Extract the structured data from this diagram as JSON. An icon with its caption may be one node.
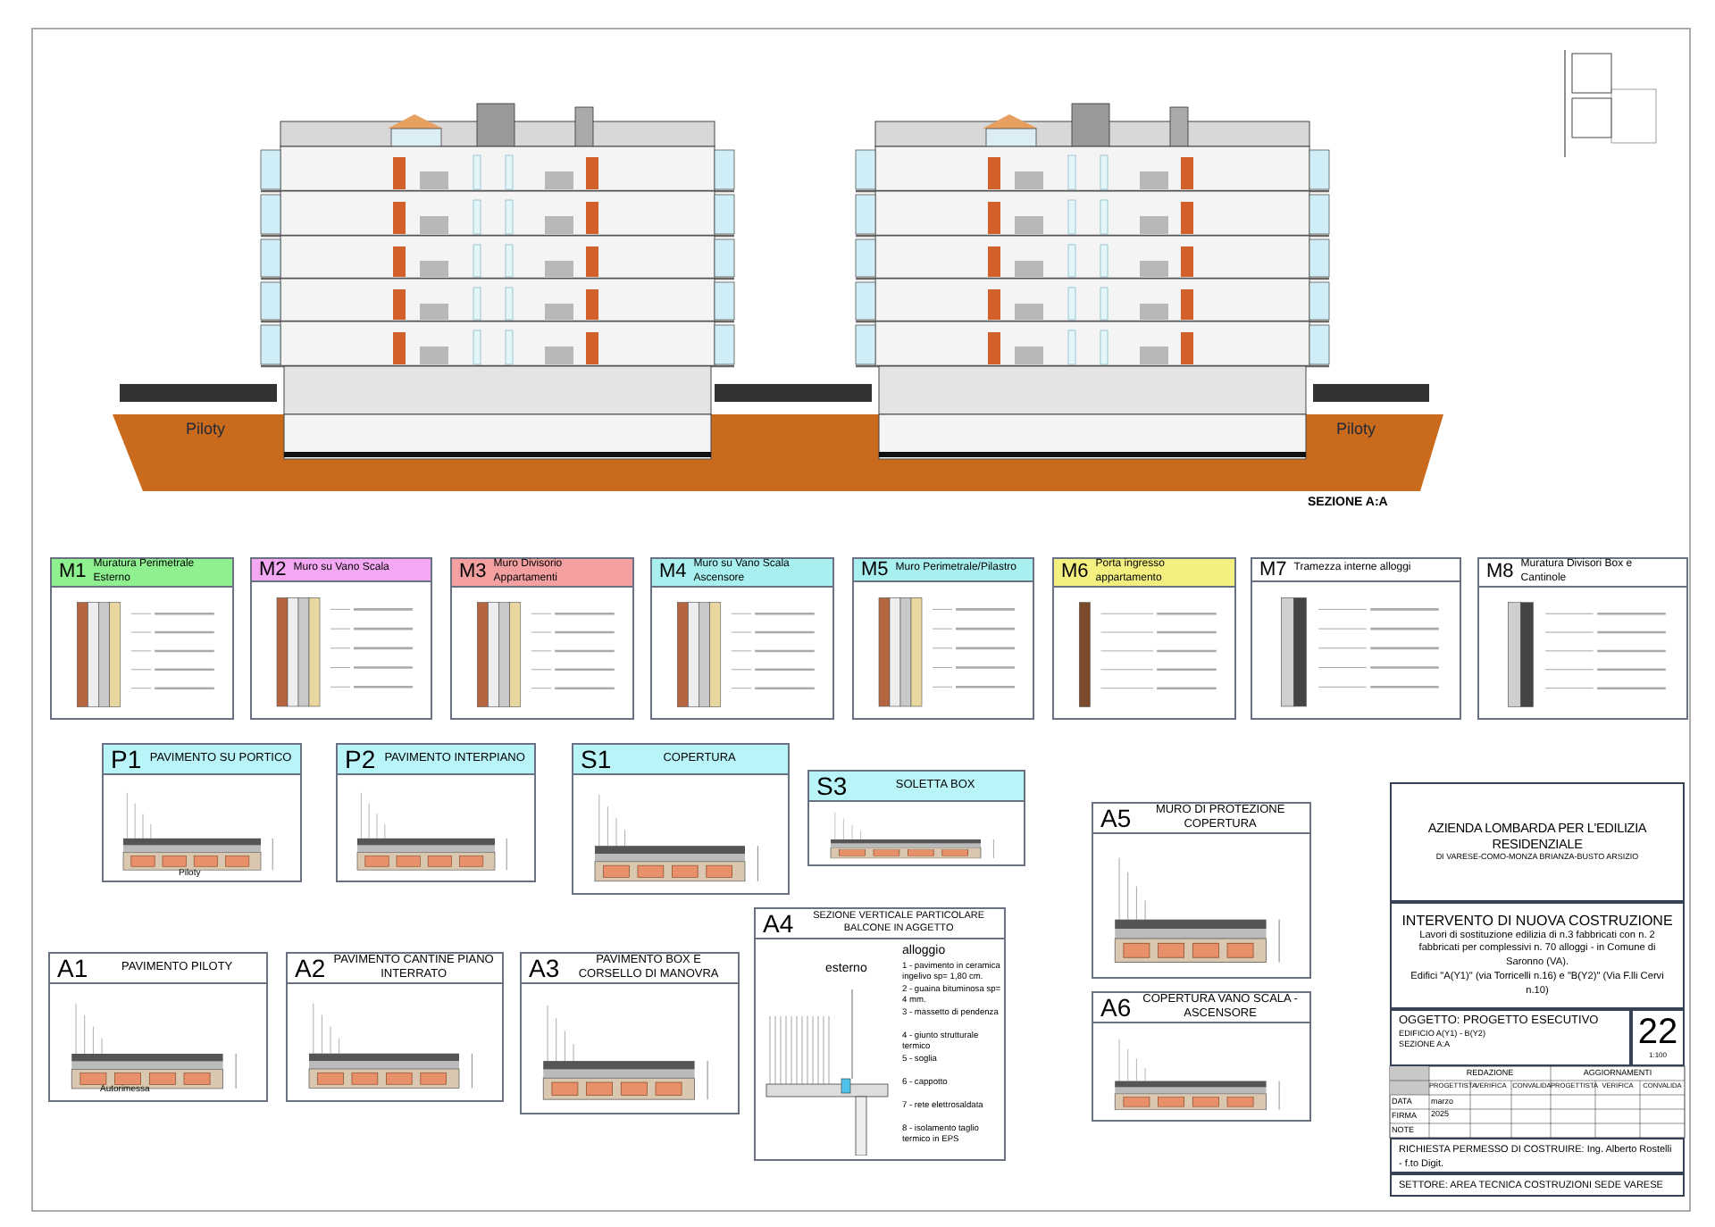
{
  "diagram": {
    "nodes": [
      {
        "text": [
          "M1",
          "Muratura Perimetrale Esterno"
        ]
      },
      {
        "text": [
          "M2",
          "Muro su Vano Scala"
        ]
      },
      {
        "text": [
          "M3",
          "Muro Divisorio Appartamenti"
        ]
      },
      {
        "text": [
          "M4",
          "Muro su Vano Scala Ascensore"
        ]
      },
      {
        "text": [
          "M5",
          "Muro Perimetrale/Pilastro"
        ]
      },
      {
        "text": [
          "M6",
          "Porta ingresso appartamento"
        ]
      },
      {
        "text": [
          "M7",
          "Tramezza interne alloggi"
        ]
      },
      {
        "text": [
          "M8",
          "Muratura Divisori Box e Cantinole"
        ]
      },
      {
        "text": [
          "P1",
          "PAVIMENTO SU PORTICO"
        ]
      },
      {
        "text": [
          "P2",
          "PAVIMENTO INTERPIANO"
        ]
      },
      {
        "text": [
          "S1",
          "COPERTURA"
        ]
      },
      {
        "text": [
          "S3",
          "SOLETTA BOX"
        ]
      },
      {
        "text": [
          "A1",
          "PAVIMENTO PILOTY"
        ]
      },
      {
        "text": [
          "A2",
          "PAVIMENTO CANTINE PIANO INTERRATO"
        ]
      },
      {
        "text": [
          "A3",
          "PAVIMENTO BOX E CORSELLO DI MANOVRA"
        ]
      },
      {
        "text": [
          "A4",
          "SEZIONE VERTICALE PARTICOLARE BALCONE IN AGGETTO"
        ]
      },
      {
        "text": [
          "A5",
          "MURO DI PROTEZIONE COPERTURA"
        ]
      },
      {
        "text": [
          "A6",
          "COPERTURA VANO SCALA - ASCENSORE"
        ]
      },
      {
        "text": [
          "AZIENDA LOMBARDA PER L'EDILIZIA RESIDENZIALE",
          "DI VARESE-COMO-MONZA BRIANZA-BUSTO ARSIZIO"
        ]
      },
      {
        "text": [
          "INTERVENTO DI NUOVA COSTRUZIONE",
          "Lavori di sostituzione edilizia di n.3 fabbricati con n. 2 fabbricati per complessivi n. 70 alloggi - in Comune di Saronno (VA).",
          "Edifici \"A(Y1)\" (via Torricelli n.16) e \"B(Y2)\" (Via F.lli Cervi n.10)"
        ]
      },
      {
        "text": [
          "OGGETTO: PROGETTO ESECUTIVO",
          "EDIFICIO A(Y1) - B(Y2)",
          "SEZIONE A:A"
        ]
      },
      {
        "text": [
          "22",
          "1:100"
        ]
      },
      {
        "text": [
          "RICHIESTA PERMESSO DI COSTRUIRE: Ing. Alberto Rostelli - f.to Digit."
        ]
      },
      {
        "text": [
          "SETTORE: AREA TECNICA COSTRUZIONI SEDE VARESE"
        ]
      }
    ],
    "labels": [
      "Piloty",
      "Piloty",
      "SEZIONE A:A",
      "Piloty",
      "Autorimessa",
      "esterno",
      "alloggio",
      "1 - pavimento in ceramica ingelivo sp= 1,80 cm.",
      "2 - guaina bituminosa sp= 4 mm.",
      "3 - massetto di pendenza",
      "4 - giunto strutturale termico",
      "5 - soglia",
      "6 - cappotto",
      "7 - rete elettrosaldata",
      "8 - isolamento taglio termico in EPS",
      "REDAZIONE",
      "AGGIORNAMENTI",
      "PROGETTISTA",
      "VERIFICA",
      "CONVALIDA",
      "PROGETTISTA",
      "VERIFICA",
      "CONVALIDA",
      "DATA",
      "marzo 2025",
      "FIRMA",
      "NOTE"
    ]
  }
}
